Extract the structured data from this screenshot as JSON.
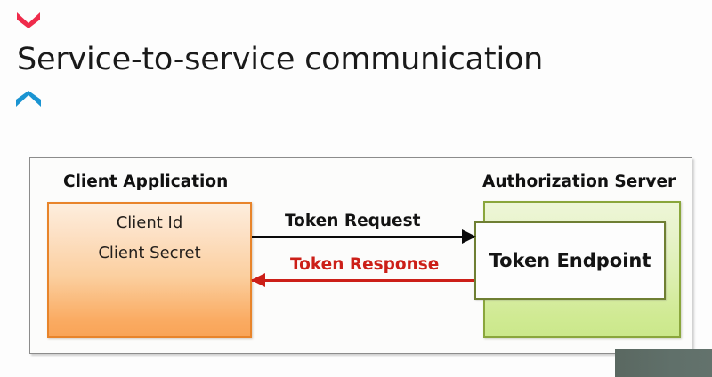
{
  "slide": {
    "title": "Service-to-service communication",
    "chevron_down_icon": "chevron-down-icon",
    "chevron_up_icon": "chevron-up-icon",
    "colors": {
      "chevron_down": "#ef2b4b",
      "chevron_up": "#1a94d2",
      "title_text": "#1a1a1a",
      "orange_border": "#e8842a",
      "orange_fill_top": "#fdeedd",
      "orange_fill_bottom": "#f9a457",
      "green_border": "#8aa63c",
      "green_fill_top": "#eef6d8",
      "green_fill_bottom": "#cbe88b",
      "token_box_border": "#6f7f33",
      "request_arrow": "#0a0a0a",
      "response_arrow": "#cc1f18",
      "frame_border": "#8c8c8c",
      "corner_overlay": "#5d6b63"
    }
  },
  "diagram": {
    "client": {
      "heading": "Client Application",
      "lines": [
        "Client Id",
        "Client Secret"
      ]
    },
    "auth_server": {
      "heading": "Authorization Server",
      "token_endpoint": "Token Endpoint"
    },
    "arrows": [
      {
        "label": "Token Request",
        "direction": "right"
      },
      {
        "label": "Token Response",
        "direction": "left"
      }
    ]
  }
}
